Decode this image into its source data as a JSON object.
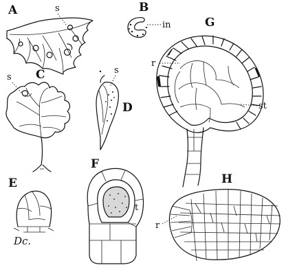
{
  "figure": {
    "panels": [
      {
        "id": "A",
        "letter": "A",
        "labels": [
          "s"
        ]
      },
      {
        "id": "B",
        "letter": "B",
        "labels": [
          "in"
        ]
      },
      {
        "id": "C",
        "letter": "C",
        "labels": [
          "s"
        ]
      },
      {
        "id": "D",
        "letter": "D",
        "labels": [
          "s"
        ]
      },
      {
        "id": "E",
        "letter": "E",
        "labels": []
      },
      {
        "id": "F",
        "letter": "F",
        "labels": [
          "t"
        ]
      },
      {
        "id": "G",
        "letter": "G",
        "labels": [
          "r",
          "st"
        ]
      },
      {
        "id": "H",
        "letter": "H",
        "labels": [
          "r"
        ]
      }
    ],
    "signature": "Dc."
  }
}
